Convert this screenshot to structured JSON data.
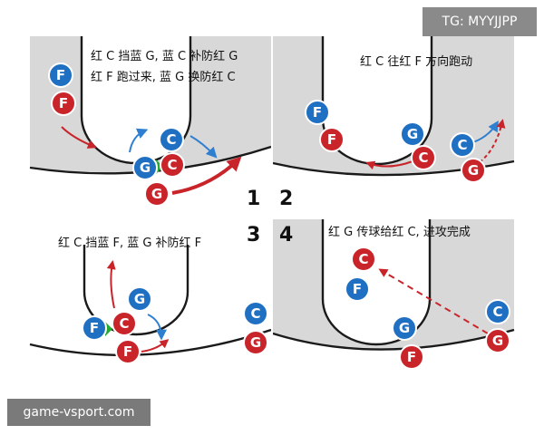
{
  "colors": {
    "red_team": "#c8242a",
    "blue_team": "#1f6fc2",
    "panel_gray": "#d8d8d8",
    "arrow_red": "#c8242a",
    "arrow_blue": "#2f7fd0"
  },
  "badges": {
    "telegram": "TG: MYYJJPP",
    "watermark": "game-vsport.com"
  },
  "panels": [
    {
      "number": "1",
      "caption_lines": [
        "红 C 挡蓝 G, 蓝 C 补防红 G",
        "红 F 跑过来, 蓝 G 换防红 C"
      ],
      "players": [
        {
          "label": "F",
          "team": "blue"
        },
        {
          "label": "F",
          "team": "red"
        },
        {
          "label": "C",
          "team": "blue"
        },
        {
          "label": "G",
          "team": "blue"
        },
        {
          "label": "C",
          "team": "red"
        },
        {
          "label": "G",
          "team": "red"
        }
      ]
    },
    {
      "number": "2",
      "caption_lines": [
        "红 C 往红 F 方向跑动"
      ],
      "players": [
        {
          "label": "F",
          "team": "blue"
        },
        {
          "label": "F",
          "team": "red"
        },
        {
          "label": "G",
          "team": "blue"
        },
        {
          "label": "C",
          "team": "red"
        },
        {
          "label": "C",
          "team": "blue"
        },
        {
          "label": "G",
          "team": "red"
        }
      ]
    },
    {
      "number": "3",
      "caption_lines": [
        "红 C 挡蓝 F, 蓝 G 补防红 F"
      ],
      "players": [
        {
          "label": "G",
          "team": "blue"
        },
        {
          "label": "F",
          "team": "blue"
        },
        {
          "label": "C",
          "team": "red"
        },
        {
          "label": "F",
          "team": "red"
        },
        {
          "label": "C",
          "team": "blue"
        },
        {
          "label": "G",
          "team": "red"
        }
      ]
    },
    {
      "number": "4",
      "caption_lines": [
        "红 G 传球给红 C, 进攻完成"
      ],
      "players": [
        {
          "label": "C",
          "team": "red"
        },
        {
          "label": "F",
          "team": "blue"
        },
        {
          "label": "G",
          "team": "blue"
        },
        {
          "label": "F",
          "team": "red"
        },
        {
          "label": "C",
          "team": "blue"
        },
        {
          "label": "G",
          "team": "red"
        }
      ]
    }
  ]
}
